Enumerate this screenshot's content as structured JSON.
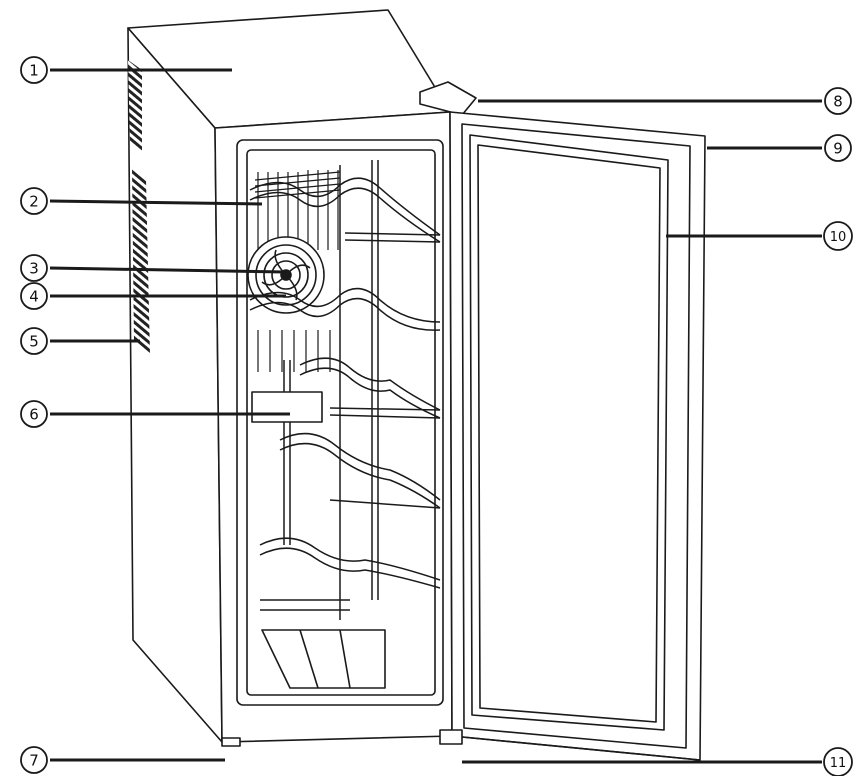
{
  "figure": {
    "labels": [
      "1",
      "2",
      "3",
      "4",
      "5",
      "6",
      "7",
      "8",
      "9",
      "10",
      "11"
    ],
    "colors": {
      "line": "#1a1a1a",
      "paper": "#ffffff",
      "vent": "#222222"
    }
  }
}
